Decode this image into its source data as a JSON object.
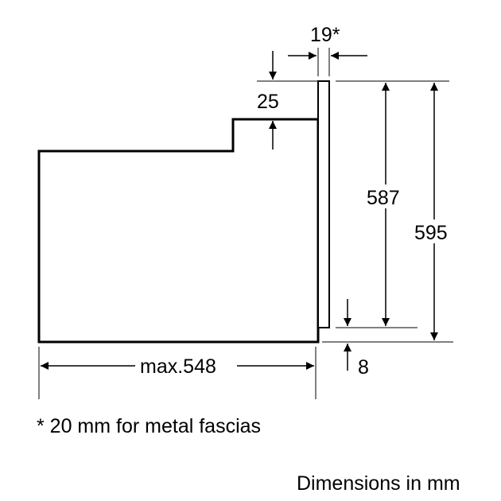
{
  "diagram": {
    "dimensions": {
      "fascia_thickness": "19*",
      "top_step": "25",
      "inner_height": "587",
      "total_height": "595",
      "bottom_gap": "8",
      "max_depth": "max.548"
    },
    "footnote": "* 20 mm for metal fascias",
    "units_note": "Dimensions in mm",
    "colors": {
      "line": "#000000",
      "background": "#ffffff"
    }
  }
}
